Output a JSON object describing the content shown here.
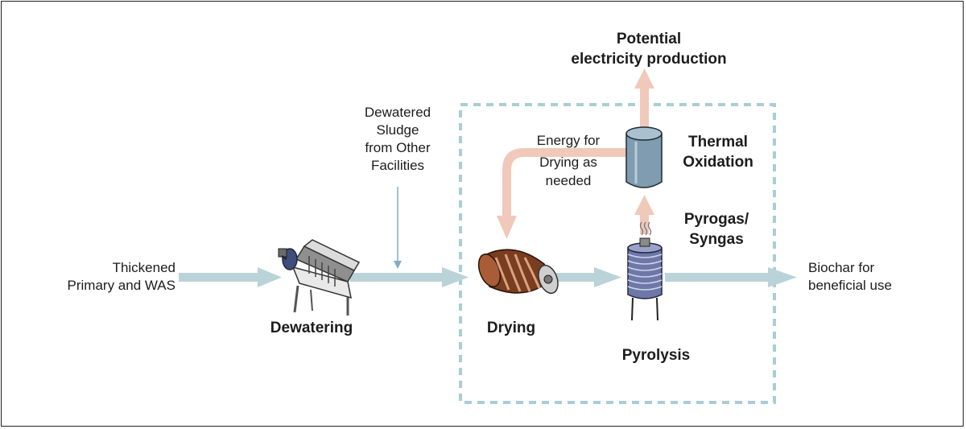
{
  "colors": {
    "flow_arrow": "#b9d3d9",
    "energy_arrow": "#f0c9bb",
    "boundary": "#a9cdd5",
    "frame": "#222222"
  },
  "labels": {
    "input": [
      "Thickened",
      "Primary and WAS"
    ],
    "other_sludge": [
      "Dewatered",
      "Sludge",
      "from Other",
      "Facilities"
    ],
    "dewatering": "Dewatering",
    "drying": "Drying",
    "pyrolysis": "Pyrolysis",
    "biochar": [
      "Biochar for",
      "beneficial use"
    ],
    "pyrogas": [
      "Pyrogas/",
      "Syngas"
    ],
    "thermal": [
      "Thermal",
      "Oxidation"
    ],
    "energy": [
      "Energy for",
      "Drying as",
      "needed"
    ],
    "electricity": [
      "Potential",
      "electricity production"
    ]
  },
  "icons": {
    "dewatering": "screw-press-icon",
    "drying": "rotary-drum-dryer-icon",
    "pyrolysis": "pyrolysis-reactor-icon",
    "thermal": "thermal-oxidizer-icon"
  }
}
